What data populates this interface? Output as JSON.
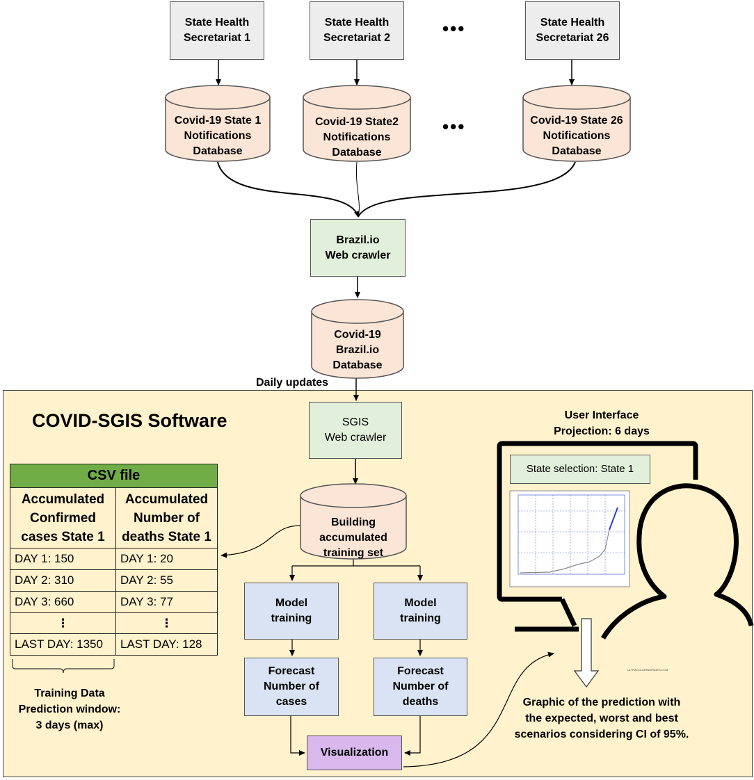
{
  "secretariats": [
    {
      "label": "State Health\nSecretariat 1"
    },
    {
      "label": "State Health\nSecretariat 2"
    },
    {
      "label": "State Health\nSecretariat 26"
    }
  ],
  "state_databases": [
    {
      "label": "Covid-19 State 1\nNotifications\nDatabase"
    },
    {
      "label": "Covid-19 State2\nNotifications\nDatabase"
    },
    {
      "label": "Covid-19 State 26\nNotifications\nDatabase"
    }
  ],
  "ellipsis": "•••",
  "brazil_crawler": "Brazil.io\nWeb crawler",
  "brazil_db": "Covid-19\nBrazil.io\nDatabase",
  "daily_updates": "Daily updates",
  "software_title": "COVID-SGIS Software",
  "sgis_crawler": "SGIS\nWeb crawler",
  "building_set": "Building\naccumulated\ntraining set",
  "csv": {
    "title": "CSV  file",
    "col1_header": "Accumulated\nConfirmed\ncases State 1",
    "col2_header": "Accumulated\nNumber of\ndeaths State 1",
    "rows": [
      [
        "DAY 1: 150",
        "DAY 1: 20"
      ],
      [
        "DAY 2: 310",
        "DAY 2: 55"
      ],
      [
        "DAY 3: 660",
        "DAY 3: 77"
      ],
      [
        "⋮",
        "⋮"
      ],
      [
        "LAST DAY: 1350",
        "LAST DAY: 128"
      ]
    ]
  },
  "training_note": "Training Data\nPrediction window:\n3 days (max)",
  "model_training_1": "Model\ntraining",
  "model_training_2": "Model\ntraining",
  "forecast_cases": "Forecast\nNumber of\ncases",
  "forecast_deaths": "Forecast\nNumber of\ndeaths",
  "visualization": "Visualization",
  "user_interface_title": "User Interface\nProjection: 6 days",
  "state_selection": "State selection: State 1",
  "graphic_caption": "Graphic of the prediction with\nthe expected, worst and best\nscenarios considering CI of 95%.",
  "colors": {
    "secretariat_fill": "#ededed",
    "database_fill": "#fbe5d6",
    "crawler_fill": "#e2efda",
    "model_fill": "#dae3f3",
    "visualization_fill": "#d9b8ee",
    "panel_fill": "#fff2cc",
    "csv_header_fill": "#70ad47"
  },
  "icons": [
    "cylinder-database-icon",
    "monitor-icon",
    "user-silhouette-icon",
    "down-arrow-icon"
  ]
}
